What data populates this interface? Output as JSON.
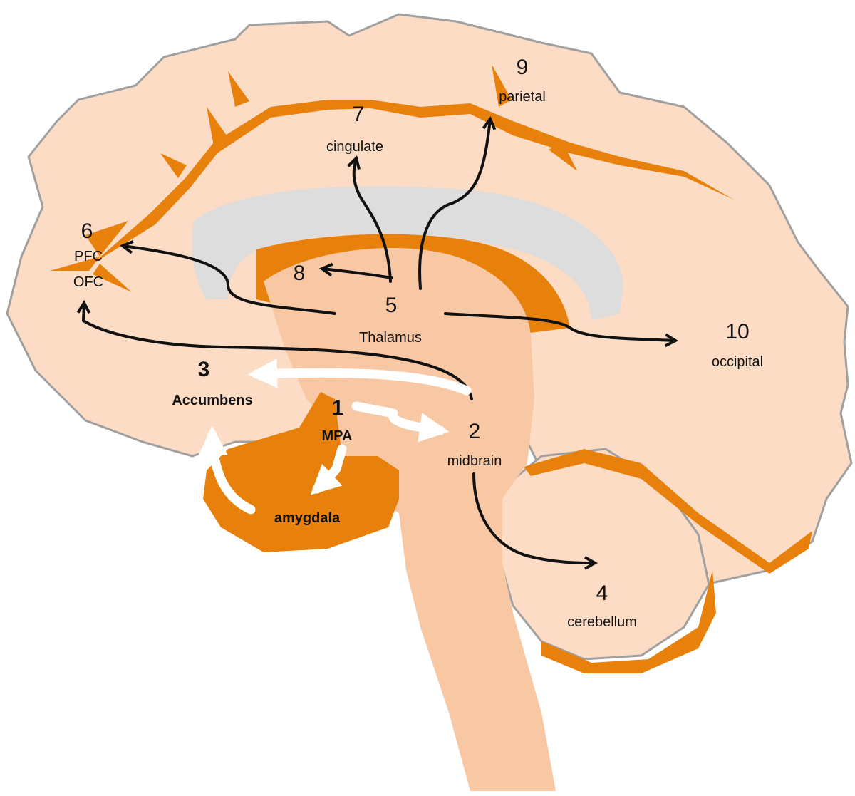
{
  "regions": {
    "mpa": {
      "number": "1",
      "name": "MPA"
    },
    "midbrain": {
      "number": "2",
      "name": "midbrain"
    },
    "accumbens": {
      "number": "3",
      "name": "Accumbens"
    },
    "cerebellum": {
      "number": "4",
      "name": "cerebellum"
    },
    "thalamus": {
      "number": "5",
      "name": "Thalamus"
    },
    "prefrontal": {
      "number": "6",
      "name_line1": "PFC",
      "name_line2": "OFC"
    },
    "cingulate": {
      "number": "7",
      "name": "cingulate"
    },
    "region8": {
      "number": "8"
    },
    "parietal": {
      "number": "9",
      "name": "parietal"
    },
    "occipital": {
      "number": "10",
      "name": "occipital"
    },
    "amygdala": {
      "name": "amygdala"
    }
  },
  "colors": {
    "cortex": "#fcdcc4",
    "sulcus": "#e8800c",
    "corpus_callosum": "#dddddd",
    "brainstem": "#f8c8a4",
    "outline": "#a0a0a0",
    "black_arrow": "#111111",
    "white_arrow": "#ffffff"
  }
}
